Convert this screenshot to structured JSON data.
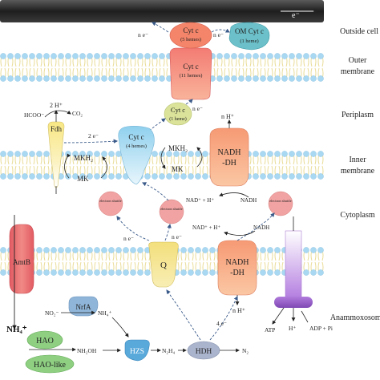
{
  "side_labels": {
    "outside_cell": "Outside cell",
    "outer_membrane_1": "Outer",
    "outer_membrane_2": "membrane",
    "periplasm": "Periplasm",
    "inner_membrane_1": "Inner",
    "inner_membrane_2": "membrane",
    "cytoplasm": "Cytoplasm",
    "anammoxosome": "Anammoxosome"
  },
  "top_bar": {
    "electron": "e⁻"
  },
  "proteins": {
    "cytc5_name": "Cyt c",
    "cytc5_detail": "(5 hemes)",
    "omcytc_name": "OM Cyt c",
    "omcytc_detail": "(1 heme)",
    "cytc11_name": "Cyt c",
    "cytc11_detail": "(11 hemes)",
    "cytc1_name": "Cyt c",
    "cytc1_detail": "(1 heme)",
    "cytc4_name": "Cyt c",
    "cytc4_detail": "(4 hemes)",
    "fdh": "Fdh",
    "mkh2_a": "MKH₂",
    "mk_a": "MK",
    "mkh2_b": "MKH₂",
    "mk_b": "MK",
    "nadh_dh_top_1": "NADH",
    "nadh_dh_top_2": "-DH",
    "nadh_dh_bottom_1": "NADH",
    "nadh_dh_bottom_2": "-DH",
    "q": "Q",
    "amtb": "AmtB",
    "nrfa": "NrfA",
    "hao": "HAO",
    "hao_like": "HAO-like",
    "hzs": "HZS",
    "hdh": "HDH",
    "electron_shuttle": "electron shuttle"
  },
  "labels": {
    "ne_outside": "n e⁻",
    "ne_om": "n e⁻",
    "ne_cytc1": "n e⁻",
    "ne_cyto_a": "n e⁻",
    "ne_cyto_b": "n e⁻",
    "two_e": "2 e⁻",
    "four_e": "4 e⁻",
    "hcoo": "HCOO⁻",
    "two_h": "2 H⁺",
    "co2": "CO₂",
    "nh_top": "n H⁺",
    "nad_h_left": "NAD⁺ + H⁺",
    "nadh_inner": "NADH",
    "nad_h_cyto": "NAD⁺ + H⁺",
    "nadh_cyto": "NADH",
    "nh_bottom": "n H⁺",
    "no2": "NO₂⁻",
    "nh4_small": "NH₄⁺",
    "nh4_big": "NH₄⁺",
    "nh2oh": "NH₂OH",
    "n2h4": "N₂H₄",
    "n2": "N₂",
    "atp": "ATP",
    "h_plus": "H⁺",
    "adp_pi": "ADP + Pi"
  },
  "colors": {
    "top_bar": "#2b2b2b",
    "membrane_head": "#a9d8f2",
    "membrane_tail": "#e9dc97",
    "cytc5": "#f48c6c",
    "omcytc": "#6cc0c9",
    "cytc11": "#ef6f73",
    "cytc1": "#dbe39a",
    "cytc4": "#a8d8ee",
    "fdh": "#f7e88a",
    "nadh_dh": "#f5a07c",
    "q": "#f2e08c",
    "amtb": "#e96a6f",
    "nrfa": "#8fb5d8",
    "hao": "#8ecf82",
    "hzs": "#5aa9db",
    "hdh": "#aab4cc",
    "atp_synthase": "#a470d0",
    "shuttle": "#ee9c9c"
  }
}
